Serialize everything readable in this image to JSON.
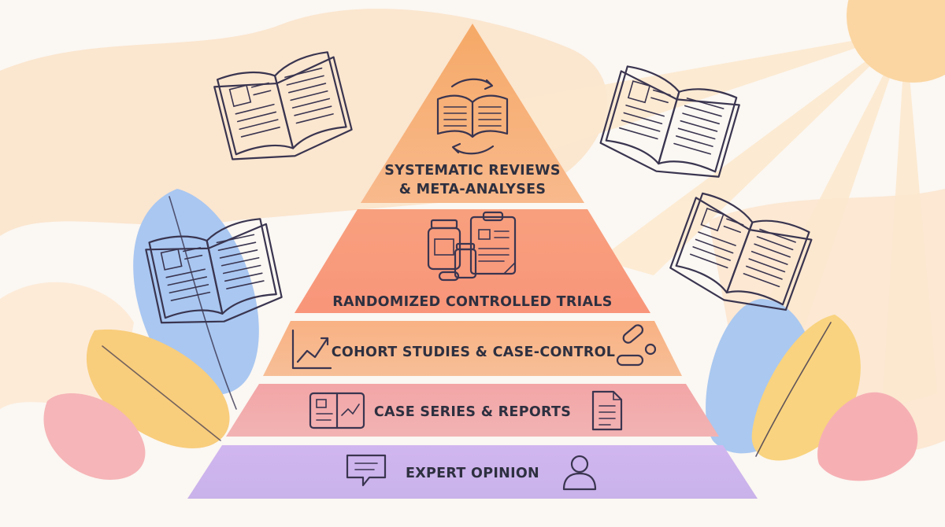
{
  "pyramid": {
    "tiers": [
      {
        "lines": [
          "SYSTEMATIC REVIEWS",
          "& META-ANALYSES"
        ],
        "color": "#f6ab6f"
      },
      {
        "lines": [
          "RANDOMIZED CONTROLLED TRIALS"
        ],
        "color": "#f89a7c"
      },
      {
        "lines": [
          "COHORT STUDIES & CASE-CONTROL"
        ],
        "color": "#f7b48a"
      },
      {
        "lines": [
          "CASE SERIES & REPORTS"
        ],
        "color": "#f4a8a8"
      },
      {
        "lines": [
          "EXPERT OPINION"
        ],
        "color": "#cdb5ec"
      }
    ]
  },
  "icons": {
    "tier1": "book-with-cycle-arrows-icon",
    "tier2": [
      "medicine-bottles-icon",
      "clipboard-icon"
    ],
    "tier3": [
      "trend-chart-icon",
      "pills-icon"
    ],
    "tier4": [
      "case-report-card-icon",
      "document-icon"
    ],
    "tier5": [
      "speech-bubble-icon",
      "person-icon"
    ],
    "decor": [
      "open-book-icon",
      "sun-icon",
      "leaf-icon"
    ]
  },
  "colors": {
    "background": "#fbf7f2",
    "sun": "#fbd7a6",
    "ink": "#3a3550"
  }
}
